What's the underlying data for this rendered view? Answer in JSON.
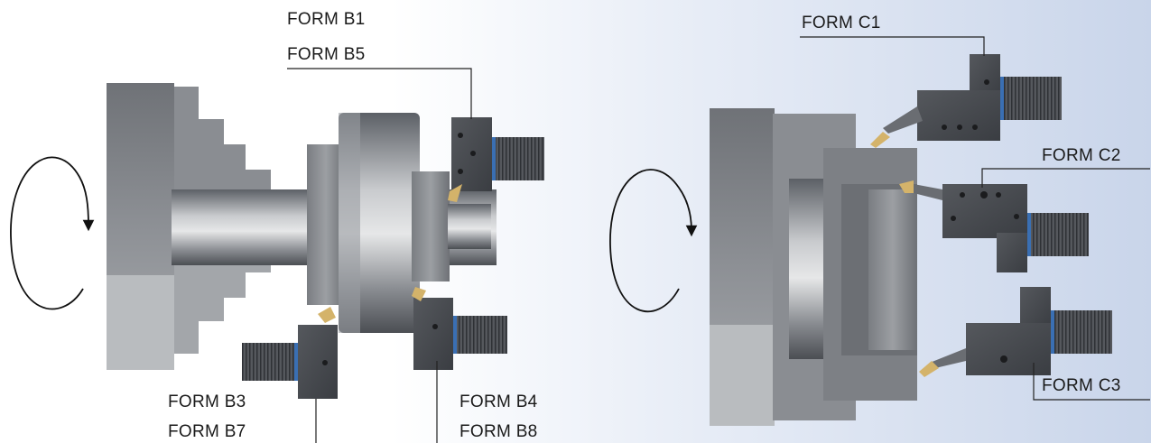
{
  "labels": {
    "b1": "FORM B1",
    "b5": "FORM B5",
    "b3": "FORM B3",
    "b7": "FORM B7",
    "b4": "FORM B4",
    "b8": "FORM B8",
    "c1": "FORM C1",
    "c2": "FORM C2",
    "c3": "FORM C3"
  },
  "colors": {
    "steel_dark": "#3a3e44",
    "steel_mid": "#7c8086",
    "steel_light": "#c7c9cc",
    "holder": "#4a4d52",
    "insert": "#d4b36a",
    "accent_ring": "#3a6fb3"
  }
}
